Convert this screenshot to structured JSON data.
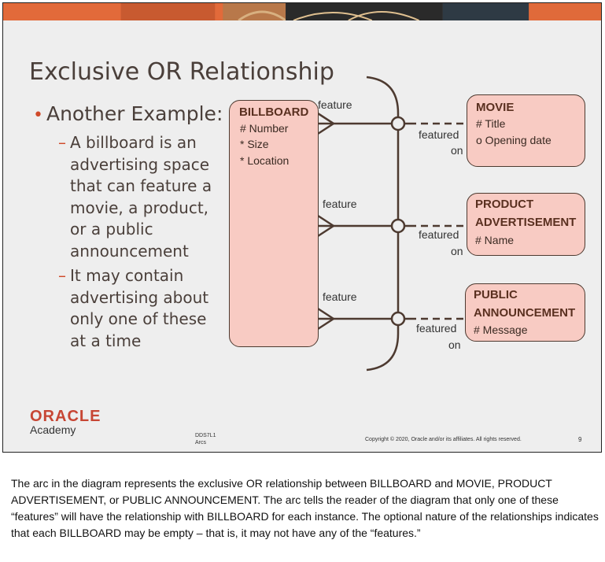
{
  "slide": {
    "title": "Exclusive OR Relationship",
    "bullet": "Another Example:",
    "sub_bullets": [
      [
        "A billboard is an",
        "advertising space",
        "that can feature a",
        "movie, a product,",
        "or a public",
        "announcement"
      ],
      [
        "It may contain",
        "advertising about",
        "only one of these",
        "at a time"
      ]
    ]
  },
  "diagram": {
    "billboard": {
      "name": "BILLBOARD",
      "attrs": [
        "# Number",
        "* Size",
        "* Location"
      ]
    },
    "movie": {
      "name": "MOVIE",
      "attrs": [
        "# Title",
        "o Opening date"
      ]
    },
    "product": {
      "name_lines": [
        "PRODUCT",
        "ADVERTISEMENT"
      ],
      "attrs": [
        "# Name"
      ]
    },
    "public": {
      "name_lines": [
        "PUBLIC",
        "ANNOUNCEMENT"
      ],
      "attrs": [
        "# Message"
      ]
    },
    "labels": {
      "feature": "feature",
      "featured": "featured",
      "on": "on"
    },
    "colors": {
      "entity_fill": "#f8cbc3",
      "entity_border": "#4d3a30",
      "line": "#4d3a30"
    }
  },
  "footer": {
    "brand": "ORACLE",
    "academy": "Academy",
    "code_line1": "DDS7L1",
    "code_line2": "Arcs",
    "copyright": "Copyright © 2020, Oracle and/or its affiliates. All rights reserved.",
    "page": "9"
  },
  "caption": "The arc in the diagram represents the exclusive OR relationship between BILLBOARD and MOVIE, PRODUCT ADVERTISEMENT, or PUBLIC ANNOUNCEMENT. The arc tells the reader of the diagram that only one of these “features” will have the relationship with BILLBOARD for each instance. The optional nature of the relationships indicates that each BILLBOARD may be empty – that is, it may not have any of the “features.”"
}
